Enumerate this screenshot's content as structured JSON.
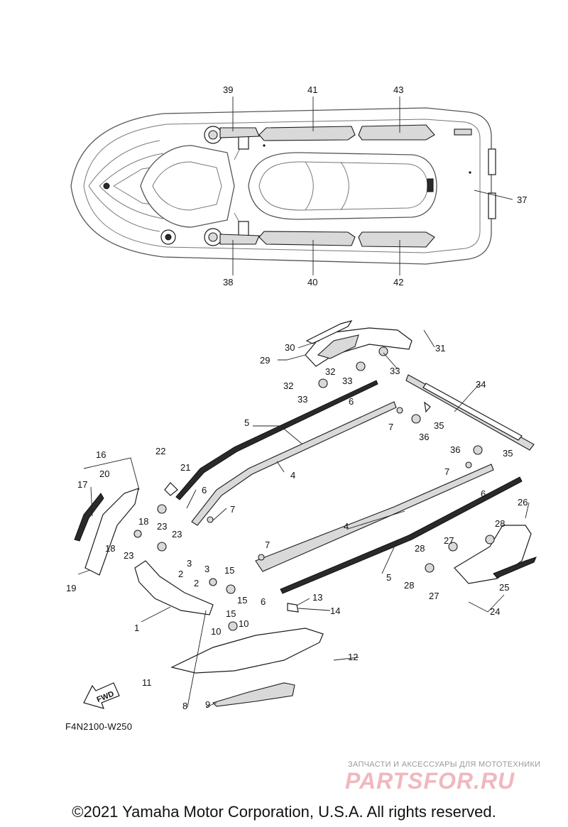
{
  "diagram": {
    "code": "F4N2100-W250",
    "fwd_label": "FWD",
    "copyright": "©2021 Yamaha Motor Corporation, U.S.A. All rights reserved.",
    "watermark": {
      "tagline": "ЗАПЧАСТИ И АКСЕССУАРЫ ДЛЯ МОТОТЕХНИКИ",
      "logo": "PARTSFOR.RU"
    },
    "callouts": [
      "1",
      "2",
      "3",
      "4",
      "5",
      "6",
      "7",
      "8",
      "9",
      "10",
      "11",
      "12",
      "13",
      "14",
      "15",
      "16",
      "17",
      "18",
      "19",
      "20",
      "21",
      "22",
      "23",
      "24",
      "25",
      "26",
      "27",
      "28",
      "29",
      "30",
      "31",
      "32",
      "33",
      "34",
      "35",
      "36",
      "37",
      "38",
      "39",
      "40",
      "41",
      "42",
      "43"
    ]
  }
}
